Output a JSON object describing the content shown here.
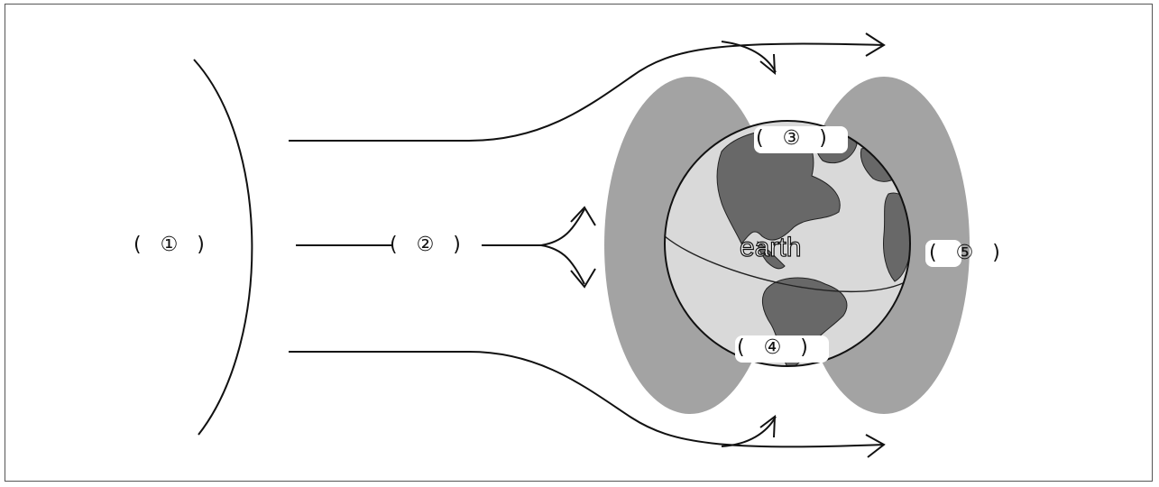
{
  "labels": {
    "l1": "(   ①   )",
    "l2": "(   ②   )",
    "l3": "(   ③   )",
    "l4": "(   ④   )",
    "l5": "(   ⑤   )",
    "earth": "earth"
  },
  "colors": {
    "belt": "#a3a3a3",
    "globe": "#d9d9d9",
    "land": "#686868",
    "line": "#111111"
  }
}
